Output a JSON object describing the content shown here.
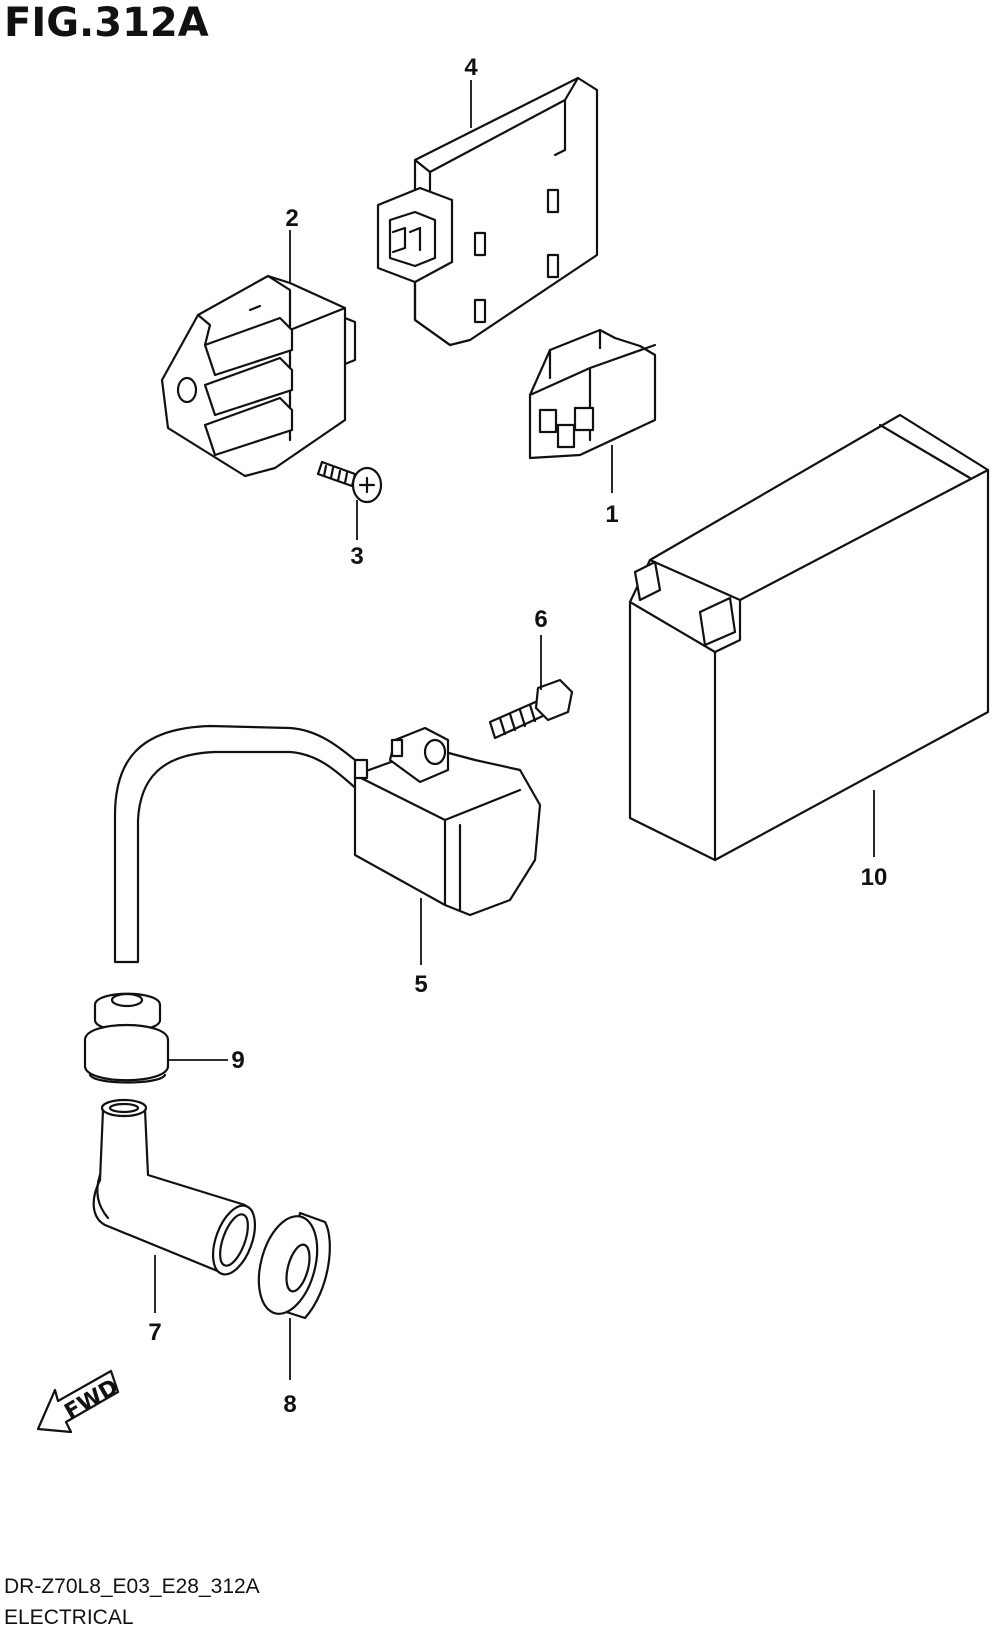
{
  "figure": {
    "title": "FIG.312A",
    "model_code": "DR-Z70L8_E03_E28_312A",
    "section": "ELECTRICAL"
  },
  "fwd_label": "FWD",
  "callouts": [
    "1",
    "2",
    "3",
    "4",
    "5",
    "6",
    "7",
    "8",
    "9",
    "10"
  ]
}
